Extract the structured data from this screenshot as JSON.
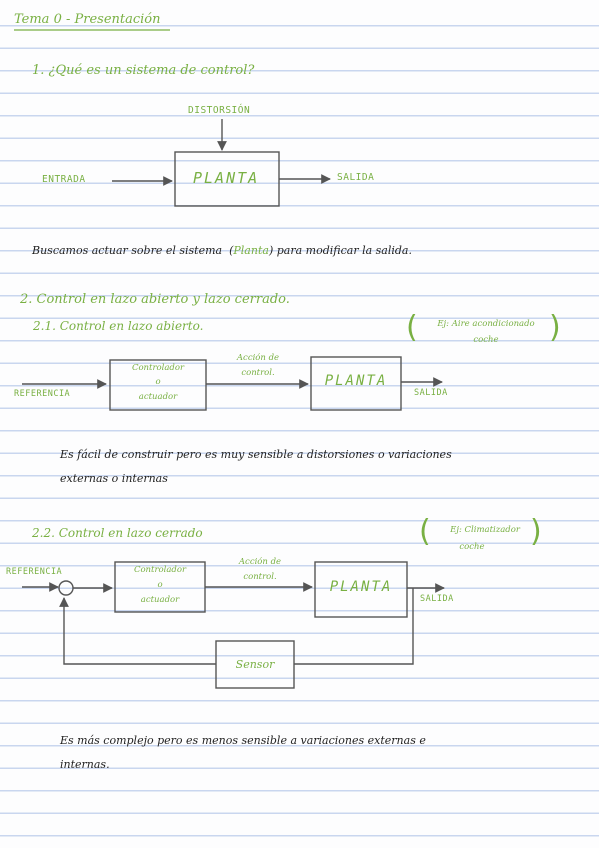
{
  "title": "Tema 0 - Presentación",
  "section1": {
    "heading": "1. ¿Qué es un sistema de control?",
    "disturbance": "DISTORSIÓN",
    "input": "ENTRADA",
    "plant": "PLANTA",
    "output": "SALIDA",
    "text_before": "Buscamos actuar sobre el sistema",
    "text_plant": "Planta",
    "text_after": "para modificar la salida."
  },
  "section2": {
    "heading": "2. Control en lazo abierto y lazo cerrado.",
    "open_loop": {
      "heading": "2.1. Control en lazo abierto.",
      "example_line1": "Ej: Aire acondicionado",
      "example_line2": "coche",
      "reference": "REFERENCIA",
      "controller_line1": "Controlador",
      "controller_line2": "o",
      "controller_line3": "actuador",
      "action_line1": "Acción de",
      "action_line2": "control.",
      "plant": "PLANTA",
      "output": "SALIDA",
      "desc_line1": "Es fácil de construir pero es muy sensible a distorsiones o variaciones",
      "desc_line2": "externas o internas"
    },
    "closed_loop": {
      "heading": "2.2. Control en lazo cerrado",
      "example_line1": "Ej: Climatizador",
      "example_line2": "coche",
      "reference": "REFERENCIA",
      "controller_line1": "Controlador",
      "controller_line2": "o",
      "controller_line3": "actuador",
      "action_line1": "Acción de",
      "action_line2": "control.",
      "plant": "PLANTA",
      "output": "SALIDA",
      "sensor": "Sensor",
      "desc_line1": "Es más complejo pero es menos sensible a variaciones externas e",
      "desc_line2": "internas."
    }
  },
  "colors": {
    "ink": "#222222",
    "green": "#79b043",
    "gray_box": "#555555",
    "rule_lines": "#c9d6ef"
  }
}
